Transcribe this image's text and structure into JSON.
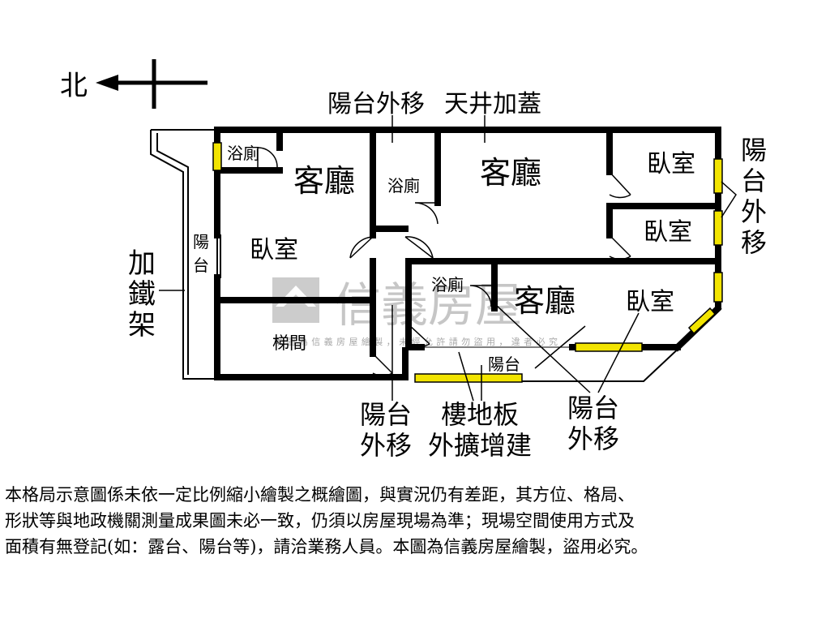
{
  "compass": {
    "north_label": "北"
  },
  "labels": {
    "top_annotation_1": "陽台外移",
    "top_annotation_2": "天井加蓋",
    "left_annotation": [
      "加",
      "鐵",
      "架"
    ],
    "right_annotation": [
      "陽",
      "台",
      "外",
      "移"
    ],
    "bottom_left_annotation": [
      "陽台",
      "外移"
    ],
    "bottom_center_annotation": [
      "樓地板",
      "外擴增建"
    ],
    "bottom_right_annotation": [
      "陽台",
      "外移"
    ]
  },
  "rooms": {
    "bath_nw": "浴廁",
    "living_west": "客廳",
    "balcony_west": [
      "陽",
      "台"
    ],
    "bedroom_west": "臥室",
    "stairs": "梯間",
    "bath_center": "浴廁",
    "living_center": "客廳",
    "bedroom_ne_1": "臥室",
    "bedroom_ne_2": "臥室",
    "bath_south": "浴廁",
    "living_south": "客廳",
    "bedroom_se": "臥室",
    "balcony_south": "陽台"
  },
  "watermark": {
    "brand": "信義房屋",
    "fine_print": "本圖為信義房屋繪製，未經允許請勿盜用，違者必究"
  },
  "colors": {
    "wall": "#000000",
    "window": "#f2e400",
    "watermark": "#c0c0c0"
  },
  "disclaimer": {
    "line1": "本格局示意圖係未依一定比例縮小繪製之概繪圖，與實況仍有差距，其方位、格局、",
    "line2": "形狀等與地政機關測量成果圖未必一致，仍須以房屋現場為準；現場空間使用方式及",
    "line3": "面積有無登記(如：露台、陽台等)，請洽業務人員。本圖為信義房屋繪製，盜用必究。"
  }
}
